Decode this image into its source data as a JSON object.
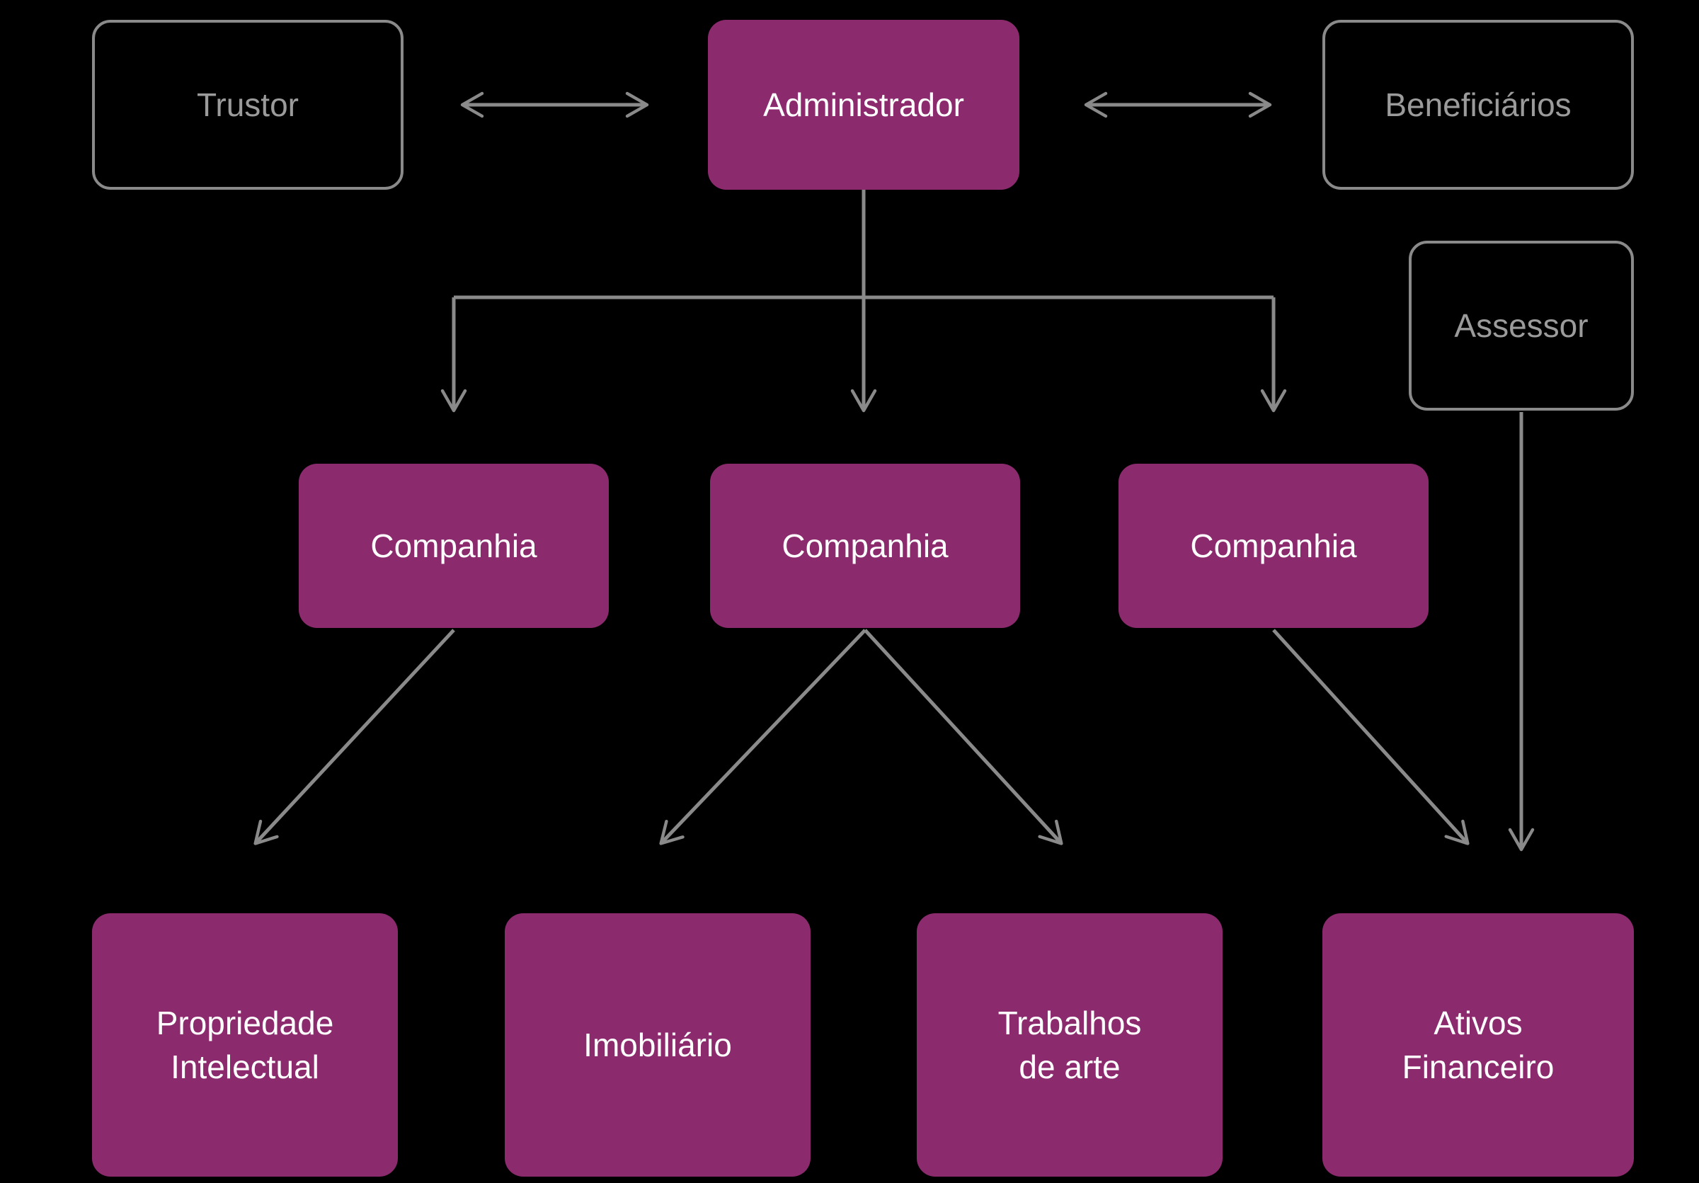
{
  "colors": {
    "background": "#000000",
    "accent": "#8c2a6e",
    "line": "#8a8a8a",
    "mutedText": "#9b9b9b",
    "lightText": "#ffffff"
  },
  "nodes": {
    "trustor": {
      "label": "Trustor"
    },
    "administrador": {
      "label": "Administrador"
    },
    "beneficiarios": {
      "label": "Beneficiários"
    },
    "assessor": {
      "label": "Assessor"
    },
    "companhia_1": {
      "label": "Companhia"
    },
    "companhia_2": {
      "label": "Companhia"
    },
    "companhia_3": {
      "label": "Companhia"
    },
    "propriedade_intelectual": {
      "label": "Propriedade\nIntelectual"
    },
    "imobiliario": {
      "label": "Imobiliário"
    },
    "trabalhos_de_arte": {
      "label": "Trabalhos\nde arte"
    },
    "ativos_financeiro": {
      "label": "Ativos\nFinanceiro"
    }
  },
  "edges": [
    {
      "from": "trustor",
      "to": "administrador",
      "type": "double-arrow"
    },
    {
      "from": "administrador",
      "to": "beneficiarios",
      "type": "double-arrow"
    },
    {
      "from": "administrador",
      "to": "companhia_1",
      "type": "arrow"
    },
    {
      "from": "administrador",
      "to": "companhia_2",
      "type": "arrow"
    },
    {
      "from": "administrador",
      "to": "companhia_3",
      "type": "arrow"
    },
    {
      "from": "companhia_1",
      "to": "propriedade_intelectual",
      "type": "arrow"
    },
    {
      "from": "companhia_2",
      "to": "imobiliario",
      "type": "arrow"
    },
    {
      "from": "companhia_2",
      "to": "trabalhos_de_arte",
      "type": "arrow"
    },
    {
      "from": "companhia_3",
      "to": "ativos_financeiro",
      "type": "arrow"
    },
    {
      "from": "assessor",
      "to": "ativos_financeiro",
      "type": "arrow"
    }
  ]
}
